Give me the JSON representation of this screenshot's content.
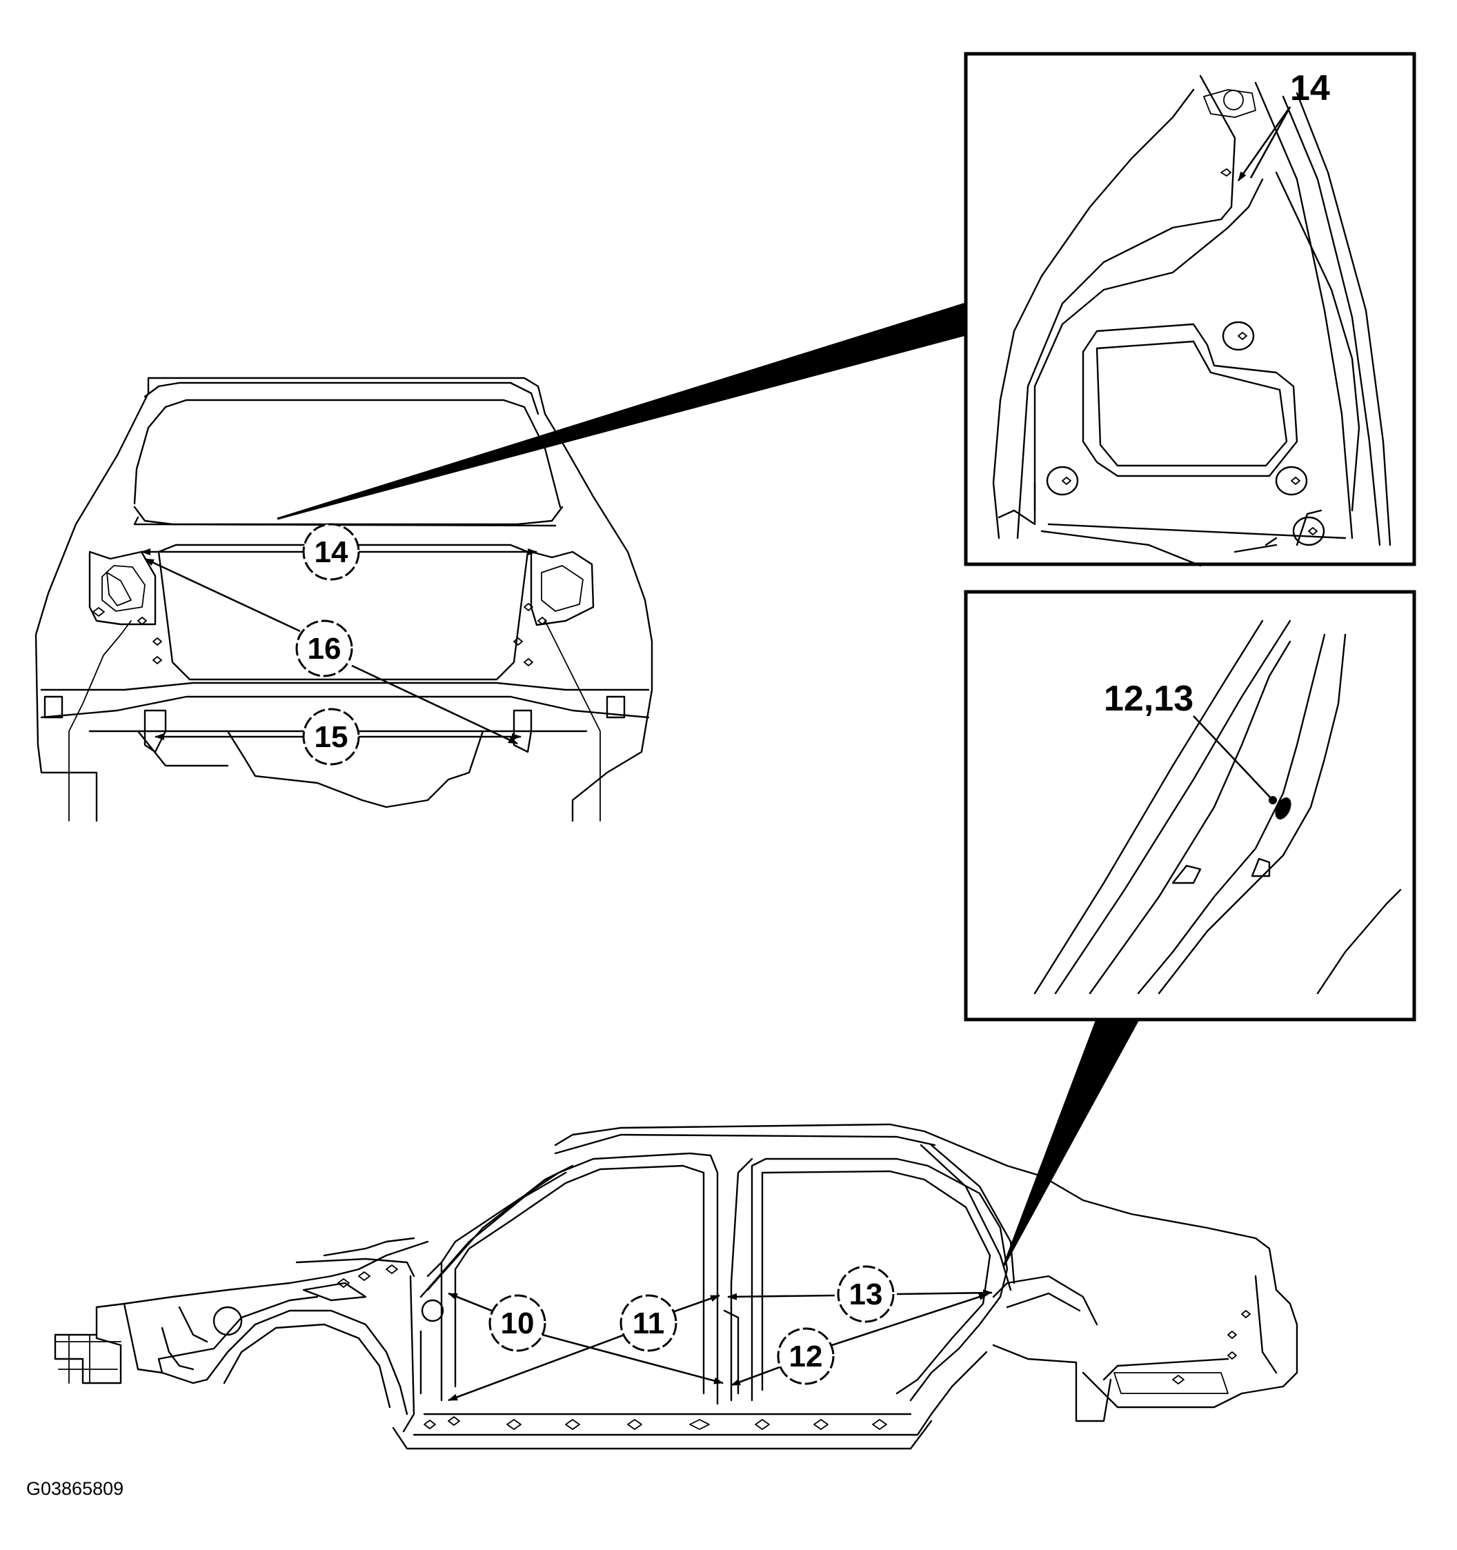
{
  "labels": {
    "rear_14": "14",
    "rear_16": "16",
    "rear_15": "15",
    "side_10": "10",
    "side_11": "11",
    "side_13": "13",
    "side_12": "12",
    "detail_top": "14",
    "detail_bottom": "12,13",
    "figure_code": "G03865809"
  }
}
